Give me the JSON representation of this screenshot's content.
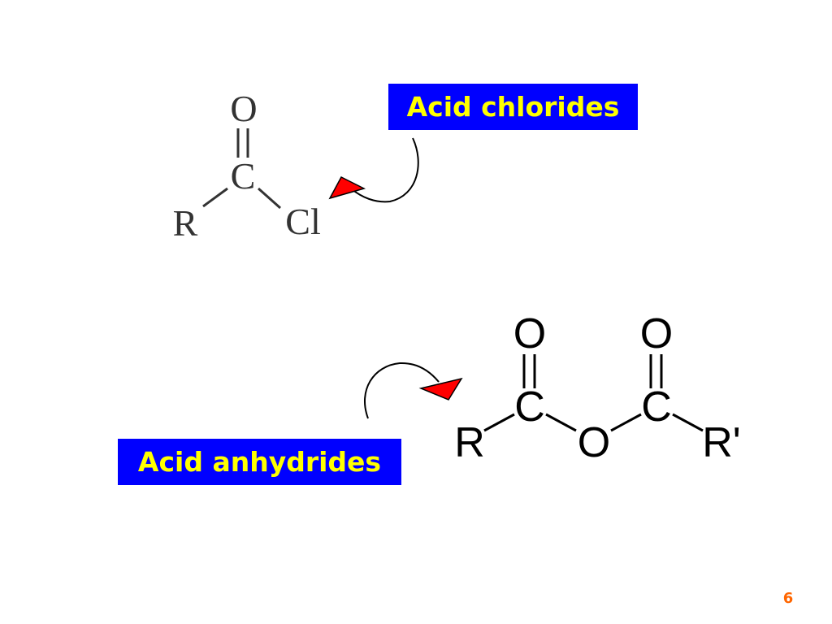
{
  "labels": {
    "acid_chlorides": "Acid chlorides",
    "acid_anhydrides": "Acid anhydrides"
  },
  "acid_chloride_structure": {
    "oxygen": "O",
    "carbon": "C",
    "r_group": "R",
    "chlorine": "Cl"
  },
  "acid_anhydride_structure": {
    "left_oxygen": "O",
    "right_oxygen": "O",
    "left_carbon": "C",
    "right_carbon": "C",
    "bridge_oxygen": "O",
    "left_r_group": "R",
    "right_r_group": "R'"
  },
  "page_number": "6",
  "colors": {
    "label_background": "#0000ff",
    "label_text": "#ffff00",
    "arrow_head": "#ff0000",
    "page_number": "#ff6600"
  }
}
